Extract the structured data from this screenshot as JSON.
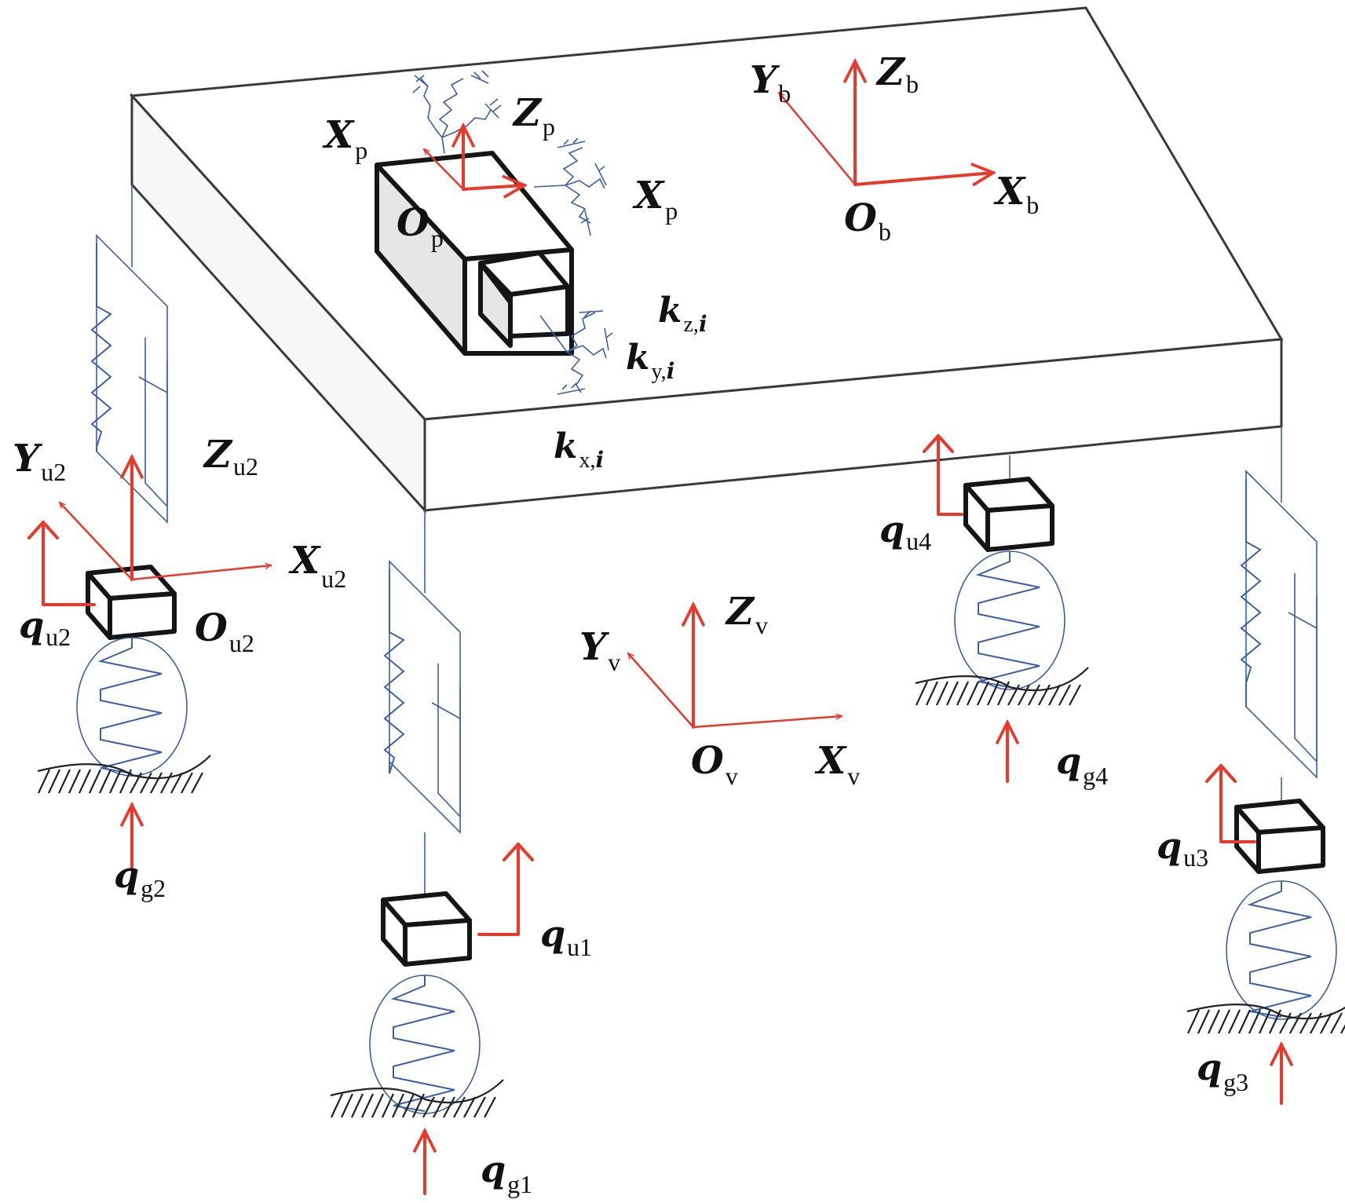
{
  "diagram": {
    "type": "vehicle-suspension-payload-model",
    "colors": {
      "axis_red": "#e8392b",
      "spring_blue": "#3b5fa8",
      "outline": "#151515"
    },
    "frames": {
      "body": {
        "origin": {
          "main": "O",
          "sub": "b"
        },
        "x": {
          "main": "X",
          "sub": "b"
        },
        "y": {
          "main": "Y",
          "sub": "b"
        },
        "z": {
          "main": "Z",
          "sub": "b"
        }
      },
      "vehicle": {
        "origin": {
          "main": "O",
          "sub": "v"
        },
        "x": {
          "main": "X",
          "sub": "v"
        },
        "y": {
          "main": "Y",
          "sub": "v"
        },
        "z": {
          "main": "Z",
          "sub": "v"
        }
      },
      "payload": {
        "origin": {
          "main": "O",
          "sub": "p"
        },
        "x_left": {
          "main": "X",
          "sub": "p"
        },
        "x_right": {
          "main": "X",
          "sub": "p"
        },
        "z": {
          "main": "Z",
          "sub": "p"
        }
      },
      "unsprung2": {
        "origin": {
          "main": "O",
          "sub": "u2"
        },
        "x": {
          "main": "X",
          "sub": "u2"
        },
        "y": {
          "main": "Y",
          "sub": "u2"
        },
        "z": {
          "main": "Z",
          "sub": "u2"
        }
      }
    },
    "stiffness": {
      "kx": {
        "main": "k",
        "sub": "x,",
        "idx": "i"
      },
      "ky": {
        "main": "k",
        "sub": "y,",
        "idx": "i"
      },
      "kz": {
        "main": "k",
        "sub": "z,",
        "idx": "i"
      }
    },
    "wheels": [
      {
        "unsprung": {
          "main": "q",
          "sub": "u1"
        },
        "ground": {
          "main": "q",
          "sub": "g1"
        }
      },
      {
        "unsprung": {
          "main": "q",
          "sub": "u2"
        },
        "ground": {
          "main": "q",
          "sub": "g2"
        }
      },
      {
        "unsprung": {
          "main": "q",
          "sub": "u3"
        },
        "ground": {
          "main": "q",
          "sub": "g3"
        }
      },
      {
        "unsprung": {
          "main": "q",
          "sub": "u4"
        },
        "ground": {
          "main": "q",
          "sub": "g4"
        }
      }
    ]
  }
}
